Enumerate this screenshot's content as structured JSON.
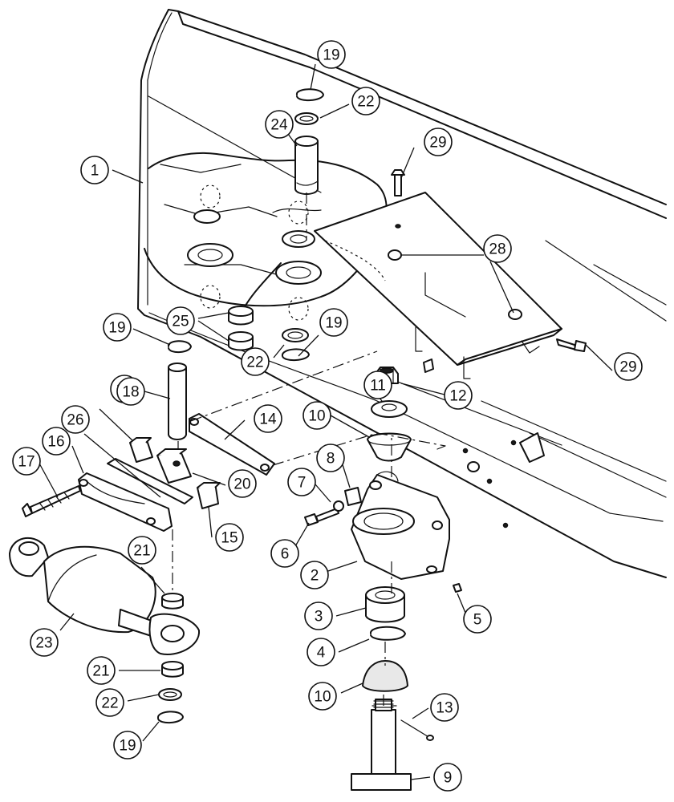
{
  "callouts": [
    {
      "id": "c1",
      "label": "1"
    },
    {
      "id": "c2",
      "label": "2"
    },
    {
      "id": "c3",
      "label": "3"
    },
    {
      "id": "c4",
      "label": "4"
    },
    {
      "id": "c5",
      "label": "5"
    },
    {
      "id": "c6",
      "label": "6"
    },
    {
      "id": "c7",
      "label": "7"
    },
    {
      "id": "c8",
      "label": "8"
    },
    {
      "id": "c9",
      "label": "9"
    },
    {
      "id": "c10a",
      "label": "10"
    },
    {
      "id": "c10b",
      "label": "10"
    },
    {
      "id": "c11",
      "label": "11"
    },
    {
      "id": "c12",
      "label": "12"
    },
    {
      "id": "c13",
      "label": "13"
    },
    {
      "id": "c14",
      "label": "14"
    },
    {
      "id": "c15a",
      "label": "15"
    },
    {
      "id": "c15b",
      "label": "15"
    },
    {
      "id": "c16",
      "label": "16"
    },
    {
      "id": "c17",
      "label": "17"
    },
    {
      "id": "c18",
      "label": "18"
    },
    {
      "id": "c19a",
      "label": "19"
    },
    {
      "id": "c19b",
      "label": "19"
    },
    {
      "id": "c19c",
      "label": "19"
    },
    {
      "id": "c19d",
      "label": "19"
    },
    {
      "id": "c20",
      "label": "20"
    },
    {
      "id": "c21a",
      "label": "21"
    },
    {
      "id": "c21b",
      "label": "21"
    },
    {
      "id": "c22a",
      "label": "22"
    },
    {
      "id": "c22b",
      "label": "22"
    },
    {
      "id": "c22c",
      "label": "22"
    },
    {
      "id": "c23",
      "label": "23"
    },
    {
      "id": "c24",
      "label": "24"
    },
    {
      "id": "c25",
      "label": "25"
    },
    {
      "id": "c26",
      "label": "26"
    },
    {
      "id": "c28",
      "label": "28"
    },
    {
      "id": "c29a",
      "label": "29"
    },
    {
      "id": "c29b",
      "label": "29"
    }
  ]
}
